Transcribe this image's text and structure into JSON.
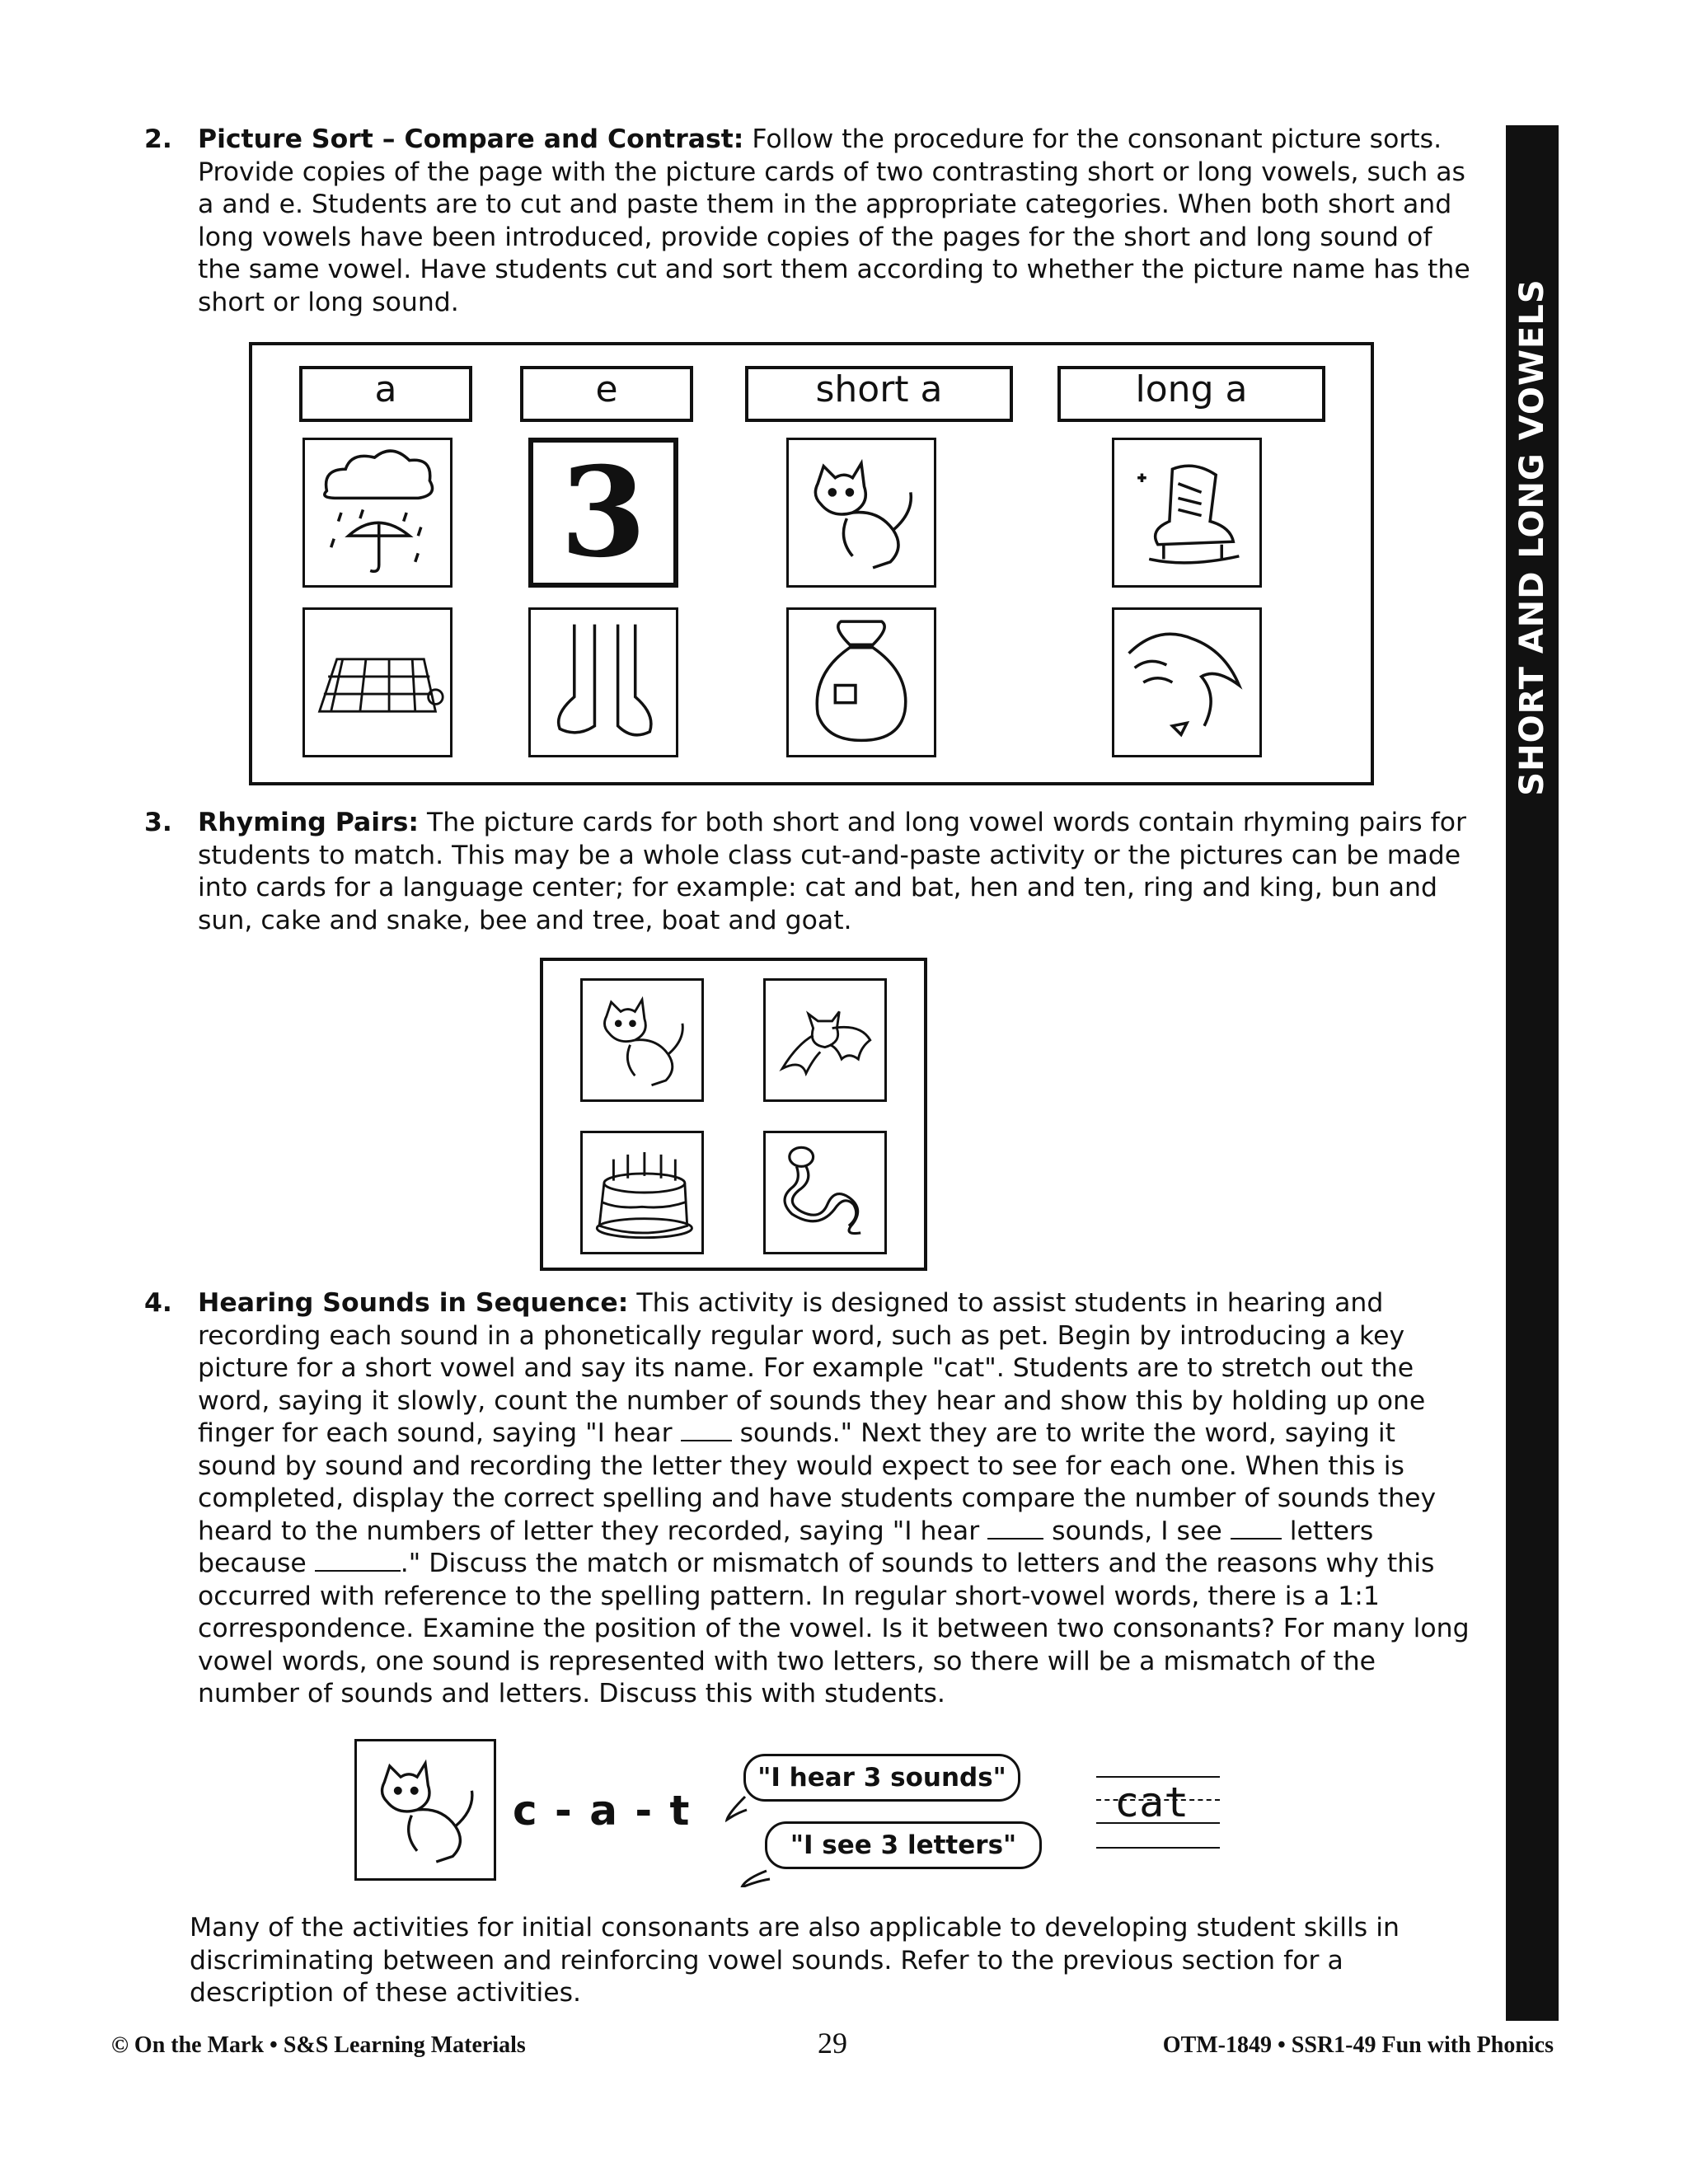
{
  "sidebar": {
    "title": "SHORT AND LONG VOWELS"
  },
  "sections": [
    {
      "number": "2.",
      "heading": "Picture Sort – Compare and Contrast:",
      "body": " Follow the procedure for the consonant picture sorts. Provide copies of the page with the picture cards of two contrasting short or long vowels, such as a and e.  Students are to cut and paste them in the appropriate categories. When both short and long vowels have been introduced, provide copies of the pages for the short and long sound of the same vowel.  Have students cut and sort them according to whether the picture name has the short or long sound."
    },
    {
      "number": "3.",
      "heading": "Rhyming Pairs:",
      "body": " The picture cards for both short and long vowel words contain rhyming pairs for students to match. This may be a whole class cut-and-paste activity or the pictures can be made into cards for a language center; for example: cat and bat, hen and ten, ring and king, bun and sun, cake and snake, bee and tree, boat and goat."
    },
    {
      "number": "4.",
      "heading": "Hearing Sounds in Sequence:",
      "p1": " This activity is designed to assist students in hearing and recording each sound in a phonetically regular word, such as pet. Begin by introducing a key picture for a short vowel and say its name. For example \"cat\". Students are to stretch out the word, saying it slowly, count the number of sounds they hear and show this by holding up one finger for each sound, saying \"I hear ",
      "p2": " sounds.\" Next they are to write the word, saying it sound by sound and recording the letter they would expect to see for each one. When this is completed, display the correct spelling and have students compare the number of sounds they heard to the numbers of letter they recorded, saying \"I hear ",
      "p3": " sounds, I see ",
      "p4": " letters because ",
      "p5": ".\" Discuss the match or mismatch of sounds to letters and the reasons why this occurred with reference to the spelling pattern. In regular short-vowel words, there is a 1:1 correspondence. Examine the position of the vowel. Is it between two consonants? For many long vowel words, one sound is represented with two letters, so there will be a mismatch of the number of sounds and letters. Discuss this with students."
    }
  ],
  "sort_labels": [
    "a",
    "e",
    "short a",
    "long a"
  ],
  "pictures": {
    "sort": [
      "rain-umbrella-picture",
      "number-three-picture",
      "cat-picture",
      "skate-picture",
      "map-picture",
      "feet-picture",
      "bag-picture",
      "wave-picture"
    ],
    "rhyme": [
      "cat-picture",
      "bat-picture",
      "cake-picture",
      "snake-picture"
    ]
  },
  "three_digit": "3",
  "example": {
    "spelling": "c - a - t",
    "bubble1": "\"I hear 3 sounds\"",
    "bubble2": "\"I see 3 letters\"",
    "word": "cat"
  },
  "closing": "Many of the activities for initial consonants are also applicable to developing student skills in discriminating between and reinforcing vowel sounds. Refer to the previous section for a description of these activities.",
  "footer": {
    "left": "© On the Mark • S&S Learning Materials",
    "page": "29",
    "right": "OTM-1849 • SSR1-49 Fun with Phonics"
  }
}
